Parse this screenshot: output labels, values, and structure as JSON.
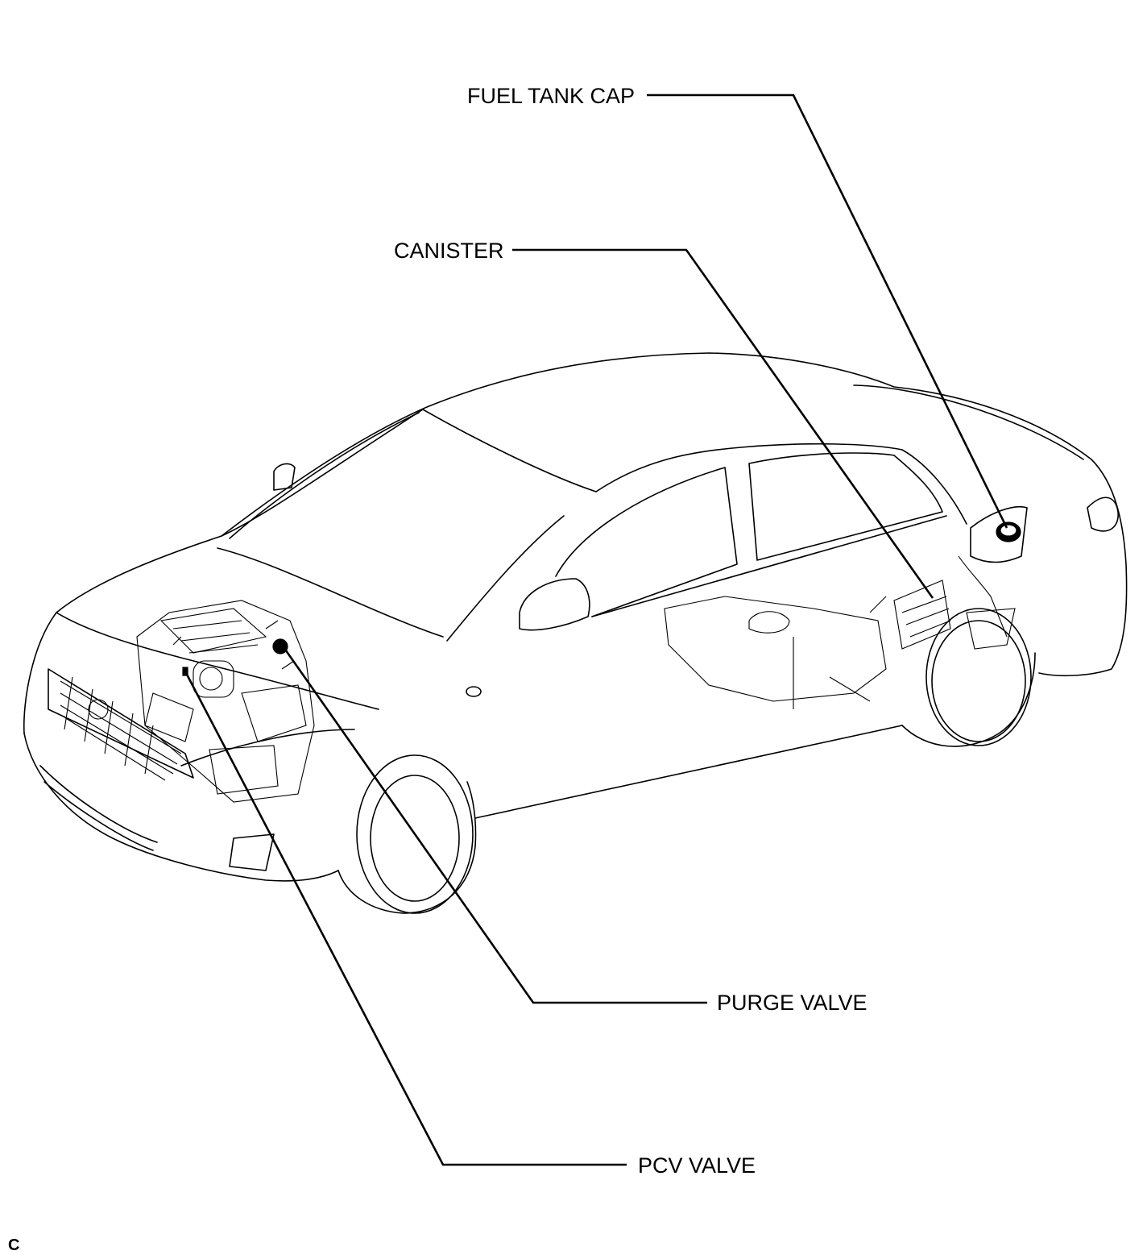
{
  "diagram": {
    "labels": {
      "fuel_tank_cap": "FUEL TANK CAP",
      "canister": "CANISTER",
      "purge_valve": "PURGE VALVE",
      "pcv_valve": "PCV VALVE"
    },
    "corner_mark": "C"
  }
}
